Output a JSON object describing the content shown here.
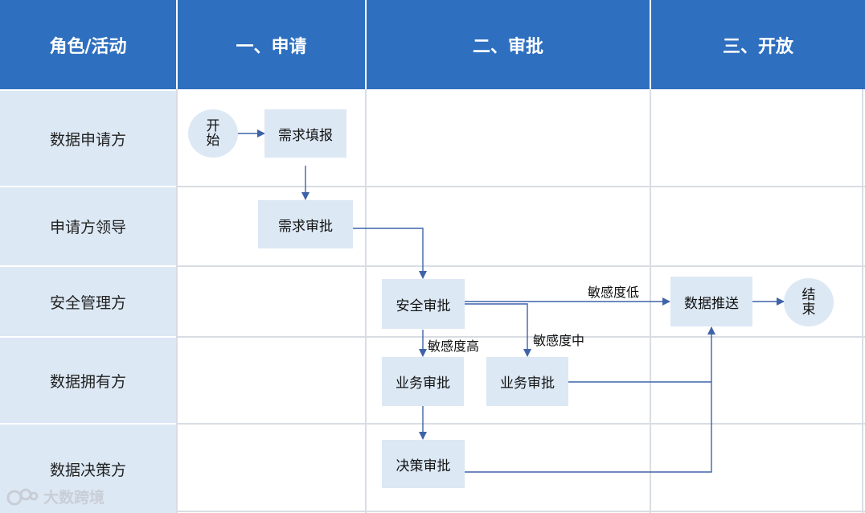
{
  "headers": [
    "角色/活动",
    "一、申请",
    "二、审批",
    "三、开放"
  ],
  "roles": [
    "数据申请方",
    "申请方领导",
    "安全管理方",
    "数据拥有方",
    "数据决策方"
  ],
  "nodes": {
    "start": "开\n始",
    "fill_request": "需求填报",
    "leader_approve": "需求审批",
    "security_approve": "安全审批",
    "business_approve_high": "业务审批",
    "business_approve_mid": "业务审批",
    "decision_approve": "决策审批",
    "data_push": "数据推送",
    "end": "结\n束"
  },
  "edge_labels": {
    "low": "敏感度低",
    "mid": "敏感度中",
    "high": "敏感度高"
  },
  "watermark": "大数跨境",
  "colors": {
    "header": "#2e6fbf",
    "cell": "#dce8f4",
    "arrow": "#3f63a8"
  }
}
